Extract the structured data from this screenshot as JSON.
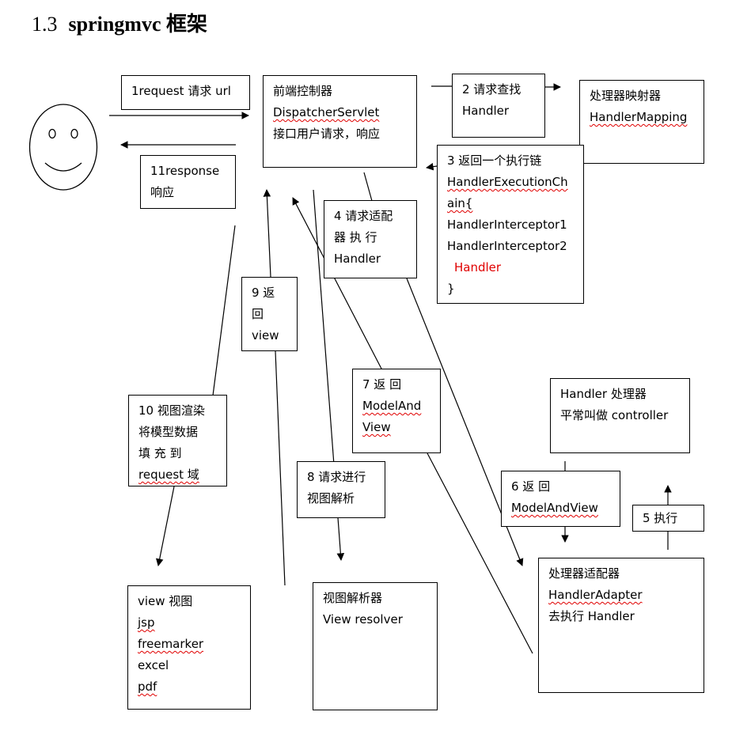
{
  "heading": {
    "number": "1.3",
    "title": "springmvc 框架"
  },
  "boxes": {
    "b1": [
      "1request 请求  url"
    ],
    "dispatcher": [
      "前端控制器",
      "DispatcherServlet",
      "接口用户请求，响应"
    ],
    "b2": [
      "2 请求查找",
      "Handler"
    ],
    "mapping": [
      "处理器映射器",
      "HandlerMapping"
    ],
    "b11": [
      "11response",
      "响应"
    ],
    "b3": [
      "3 返回一个执行链",
      "HandlerExecutionCh",
      "ain{",
      "HandlerInterceptor1",
      "HandlerInterceptor2",
      "Handler",
      "}"
    ],
    "b4": [
      "4 请求适配",
      "器   执   行",
      "Handler"
    ],
    "b9": [
      "9    返",
      "回",
      "view"
    ],
    "handler": [
      "Handler 处理器",
      "平常叫做 controller"
    ],
    "b7": [
      "7      返      回",
      "ModelAnd",
      "View"
    ],
    "b10": [
      "10 视图渲染",
      "将模型数据",
      "填    充    到",
      "request 域"
    ],
    "b8": [
      "8 请求进行",
      "视图解析"
    ],
    "b6": [
      "6          返          回",
      "ModelAndView"
    ],
    "b5": [
      "5 执行"
    ],
    "view": [
      "view 视图",
      "jsp",
      "freemarker",
      "excel",
      "pdf"
    ],
    "resolver": [
      "视图解析器",
      "View resolver"
    ],
    "adapter": [
      "处理器适配器",
      "HandlerAdapter",
      "去执行 Handler"
    ]
  },
  "colors": {
    "line": "#000000",
    "highlight": "#e00000",
    "squiggle": "#e00000"
  }
}
